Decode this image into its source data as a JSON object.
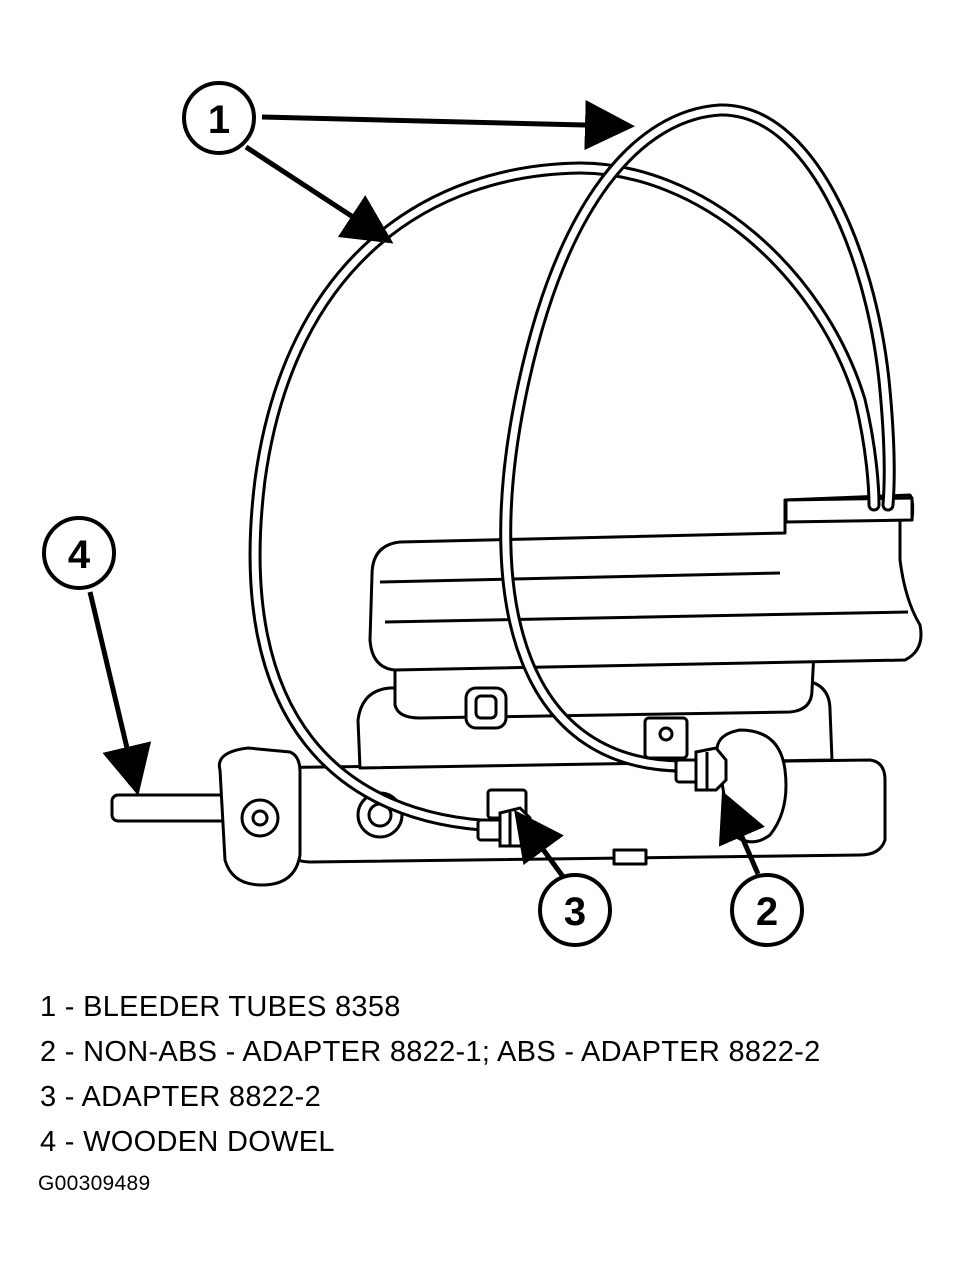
{
  "callouts": [
    {
      "id": "1"
    },
    {
      "id": "2"
    },
    {
      "id": "3"
    },
    {
      "id": "4"
    }
  ],
  "legend": [
    "1 - BLEEDER TUBES 8358",
    "2 - NON-ABS - ADAPTER 8822-1; ABS - ADAPTER 8822-2",
    "3 - ADAPTER 8822-2",
    "4 - WOODEN DOWEL"
  ],
  "figure_id": "G00309489"
}
